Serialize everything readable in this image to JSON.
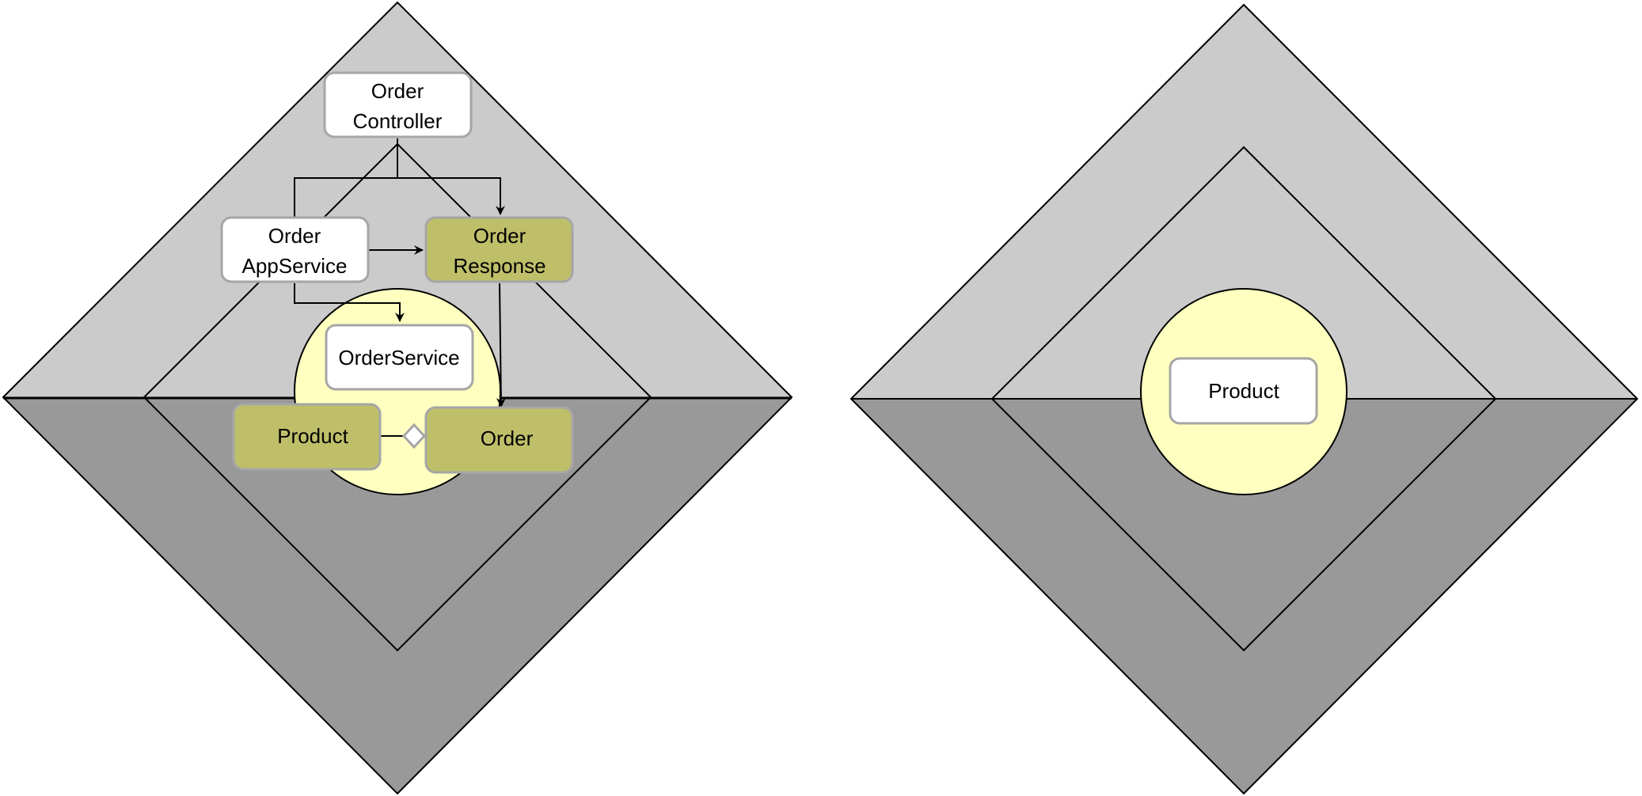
{
  "colors": {
    "upper_layer": "#cbcbcb",
    "lower_layer": "#999999",
    "domain_circle": "#ffffc0",
    "entity_box": "#bfbf6a",
    "plain_box": "#ffffff",
    "box_border": "#a6a6a6",
    "line": "#000000"
  },
  "left_diagram": {
    "order_controller": {
      "line1": "Order",
      "line2": "Controller"
    },
    "order_app_service": {
      "line1": "Order",
      "line2": "AppService"
    },
    "order_response": {
      "line1": "Order",
      "line2": "Response"
    },
    "order_service": {
      "label": "OrderService"
    },
    "product": {
      "label": "Product"
    },
    "order": {
      "label": "Order"
    }
  },
  "right_diagram": {
    "product": {
      "label": "Product"
    }
  }
}
